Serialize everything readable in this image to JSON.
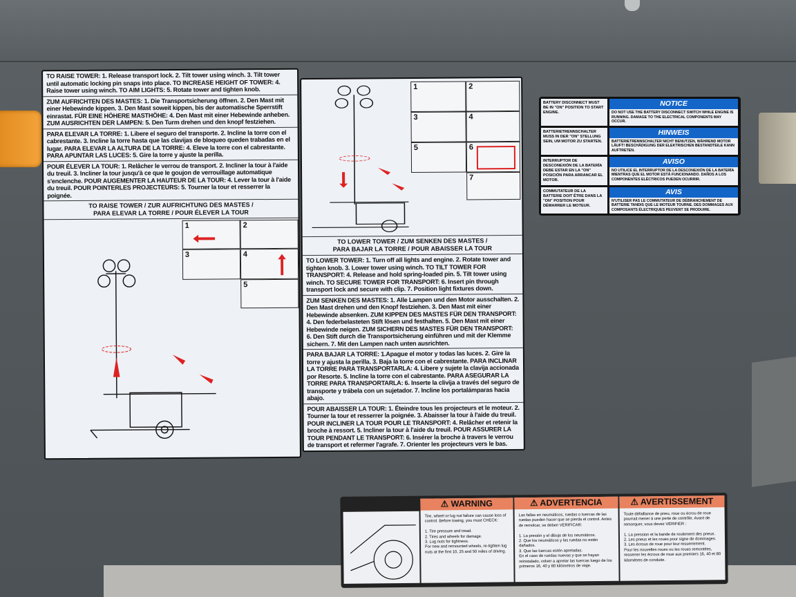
{
  "raise_label": {
    "en": "TO RAISE TOWER: 1. Release transport lock. 2. Tilt tower using winch. 3. Tilt tower until automatic locking pin snaps into place. TO INCREASE HEIGHT OF TOWER: 4. Raise tower using winch. TO AIM LIGHTS: 5. Rotate tower and tighten knob.",
    "de": "ZUM AUFRICHTEN DES MASTES: 1. Die Transportsicherung öffnen. 2. Den Mast mit einer Hebewinde kippen. 3. Den Mast soweit kippen, bis der automatische Sperrstift einrastat. FÜR EINE HÖHERE MASTHÖHE: 4. Den Mast mit einer Hebewinde anheben. ZUM AUSRICHTEN DER LAMPEN: 5. Den Turm drehen und den knopf festziehen.",
    "es": "PARA ELEVAR LA TORRE: 1. Libere el seguro del transporte. 2. Incline la torre con el cabrestante. 3. Incline la torre hasta que las clavijas de bloqueo queden trabadas en el lugar. PARA ELEVAR LA ALTURA DE LA TORRE: 4. Eleve la torre con el cabrestante. PARA APUNTAR LAS LUCES: 5. Gire la torre y ajuste la perilla.",
    "fr": "POUR ÉLEVER LA TOUR: 1. Relâcher le verrou de transport. 2. Incliner la tour à l'aide du treuil. 3. Incliner la tour jusqu'à ce que le goujon de verrouillage automatique s'enclenche. POUR AUGEMENTER LA HAUTEUR DE LA TOUR: 4. Lever la tour à l'aide du treuil. POUR POINTERLES PROJECTEURS: 5. Tourner la tour et resserrer la poignée.",
    "title": "TO RAISE TOWER / ZUR AUFRICHTUNG DES MASTES /\nPARA ELEVAR LA TORRE / POUR ÉLEVER LA TOUR",
    "steps": [
      "1",
      "2",
      "3",
      "4",
      "5"
    ]
  },
  "lower_label": {
    "title": "TO LOWER TOWER / ZUM SENKEN DES MASTES /\nPARA BAJAR LA TORRE / POUR ABAISSER LA TOUR",
    "en": "TO LOWER TOWER: 1. Turn off all lights and engine. 2. Rotate tower and tighten knob. 3. Lower tower using winch. TO TILT TOWER FOR TRANSPORT: 4. Release and hold spring-loaded pin. 5. Tilt tower using winch. TO SECURE TOWER FOR TRANSPORT: 6. Insert pin through transport lock and secure with clip. 7. Position light fixtures down.",
    "de": "ZUM SENKEN DES MASTES: 1. Alle Lampen und den Motor ausschalten. 2. Den Mast drehen und den Knopf festziehen. 3. Den Mast mit einer Hebewinde absenken. ZUM KIPPEN DES MASTES FÜR DEN TRANSPORT: 4. Den federbelasteten Stift lösen und festhalten. 5. Den Mast mit einer Hebewinde neigen. ZUM SICHERN DES MASTES FÜR DEN TRANSPORT: 6. Den Stift durch die Transportsicherung einführen und mit der Klemme sichern. 7. Mit den Lampen nach unten ausrichten.",
    "es": "PARA BAJAR LA TORRE: 1.Apague el motor y todas las luces. 2. Gire la torre y ajusta la perilla. 3. Baja la torre con el cabrestante. PARA INCLINAR LA TORRE PARA TRANSPORTARLA: 4. Libere y sujete la clavija accionada por Resorte. 5. Incline la torre con el cabrestante. PARA ASEGURAR LA TORRE PARA TRANSPORTARLA: 6. Inserte la clivija a través del seguro de transporte y trábela con un sujetador. 7. Incline los portalámparas hacia abajo.",
    "fr": "POUR ABAISSER LA TOUR: 1. Éteindre tous les projecteurs et le moteur. 2. Tourner la tour et resserrer la poignée. 3. Abaisser la tour à l'aide du treuil. POUR INCLINER LA TOUR POUR LE TRANSPORT: 4. Relâcher et retenir la broche à ressort. 5. Incliner la tour à l'aide du treuil. POUR ASSURER LA TOUR PENDANT LE TRANSPORT: 6. Insérer la broche à travers le verrou de transport et refermer l'agrafe. 7. Orienter les projecteurs vers le bas.",
    "steps": [
      "1",
      "2",
      "3",
      "4",
      "5",
      "6",
      "7"
    ]
  },
  "battery_label": {
    "left": [
      "BATTERY DISCONNECT MUST BE IN \"ON\" POSITION TO START ENGINE.",
      "BATTERIETRENNSCHALTER MUSS IN DER \"ON\" STELLUNG SEIN, UM MOTOR ZU STARTEN.",
      "INTERRUPTOR DE DESCONEXIÓN DE LA BATERÍA DEBE ESTAR EN LA \"ON\" POSICIÓN PARA ARRANCAR EL MOTOR.",
      "COMMUTATEUR DE LA BATTERIE DOIT ÊTRE DANS LA \"ON\" POSITION POUR DÉMARRER LE MOTEUR."
    ],
    "headers": [
      "NOTICE",
      "HINWEIS",
      "AVISO",
      "AVIS"
    ],
    "texts": [
      "DO NOT USE THE BATTERY DISCONNECT SWITCH WHILE ENGINE IS RUNNING. DAMAGE TO THE ELECTRICAL COMPONENTS MAY OCCUR.",
      "BATTERIETRENNSCHALTER NICHT BENUTZEN, WÄHREND MOTOR LÄUFT! BESCHÄDIGUNG DER ELEKTRISCHEN BESTANDTEILE KANN AUFTRETEN.",
      "NO UTILICE EL INTERRUPTOR DE LA DESCONEXIÓN DE LA BATERÍA MIENTRAS QUE EL MOTOR ESTÁ FUNCIONANDO. DAÑOS A LOS COMPONENTES ELÉCTRICOS PUEDEN OCURRIR.",
      "N'UTILISER PAS LE COMMUTATEUR DE DÉBRANCHEMENT DE BATTERIE TANDIS QUE LE MOTEUR TOURNE. DES DOMMAGES AUX COMPOSANTS ÉLECTRIQUES PEUVENT SE PRODUIRE."
    ],
    "header_color": "#1465c8"
  },
  "tire_label": {
    "headers": [
      "WARNING",
      "ADVERTENCIA",
      "AVERTISSEMENT"
    ],
    "texts": [
      "Tire, wheel or lug nut failure can cause loss of control. Before towing, you must CHECK:\n\n1. Tire pressure and tread.\n2. Tires and wheels for damage.\n3. Lug nuts for tightness.\n   For new and remounted wheels, re-tighten lug nuts at the first 10, 25 and 50 miles of driving.",
      "Las fallas en neumáticos, ruedas o tuercas de las ruedas pueden hacer que se pierda el control. Antes de remolcar, se deben VERIFICAR:\n\n1. La presión y el dibujo de los neumáticos.\n2. Que los neumáticos y las ruedas no estén dañados.\n3. Que las tuercas estén apretadas.\n   En el caso de ruedas nuevas y que se hayan reinstalado, volver a apretar las tuercas luego de los primeros 16, 40 y 80 kilómetros de viaje.",
      "Toute défaillance de pneu, roue ou écrou de roue pourrait mener à une perte de contrôle. Avant de remorquer, vous devez VÉRIFIER :\n\n1. La pression et la bande de roulement des pneus.\n2. Les pneus et les roues pour signe de dommages.\n3. Les écrous de roue pour leur resserrement.\n   Pour les nouvelles roues ou les roues remontées, resserrer les écrous de roue aux premiers 16, 40 et 80 kilomètres de conduite."
    ],
    "header_color": "#e8825f"
  }
}
